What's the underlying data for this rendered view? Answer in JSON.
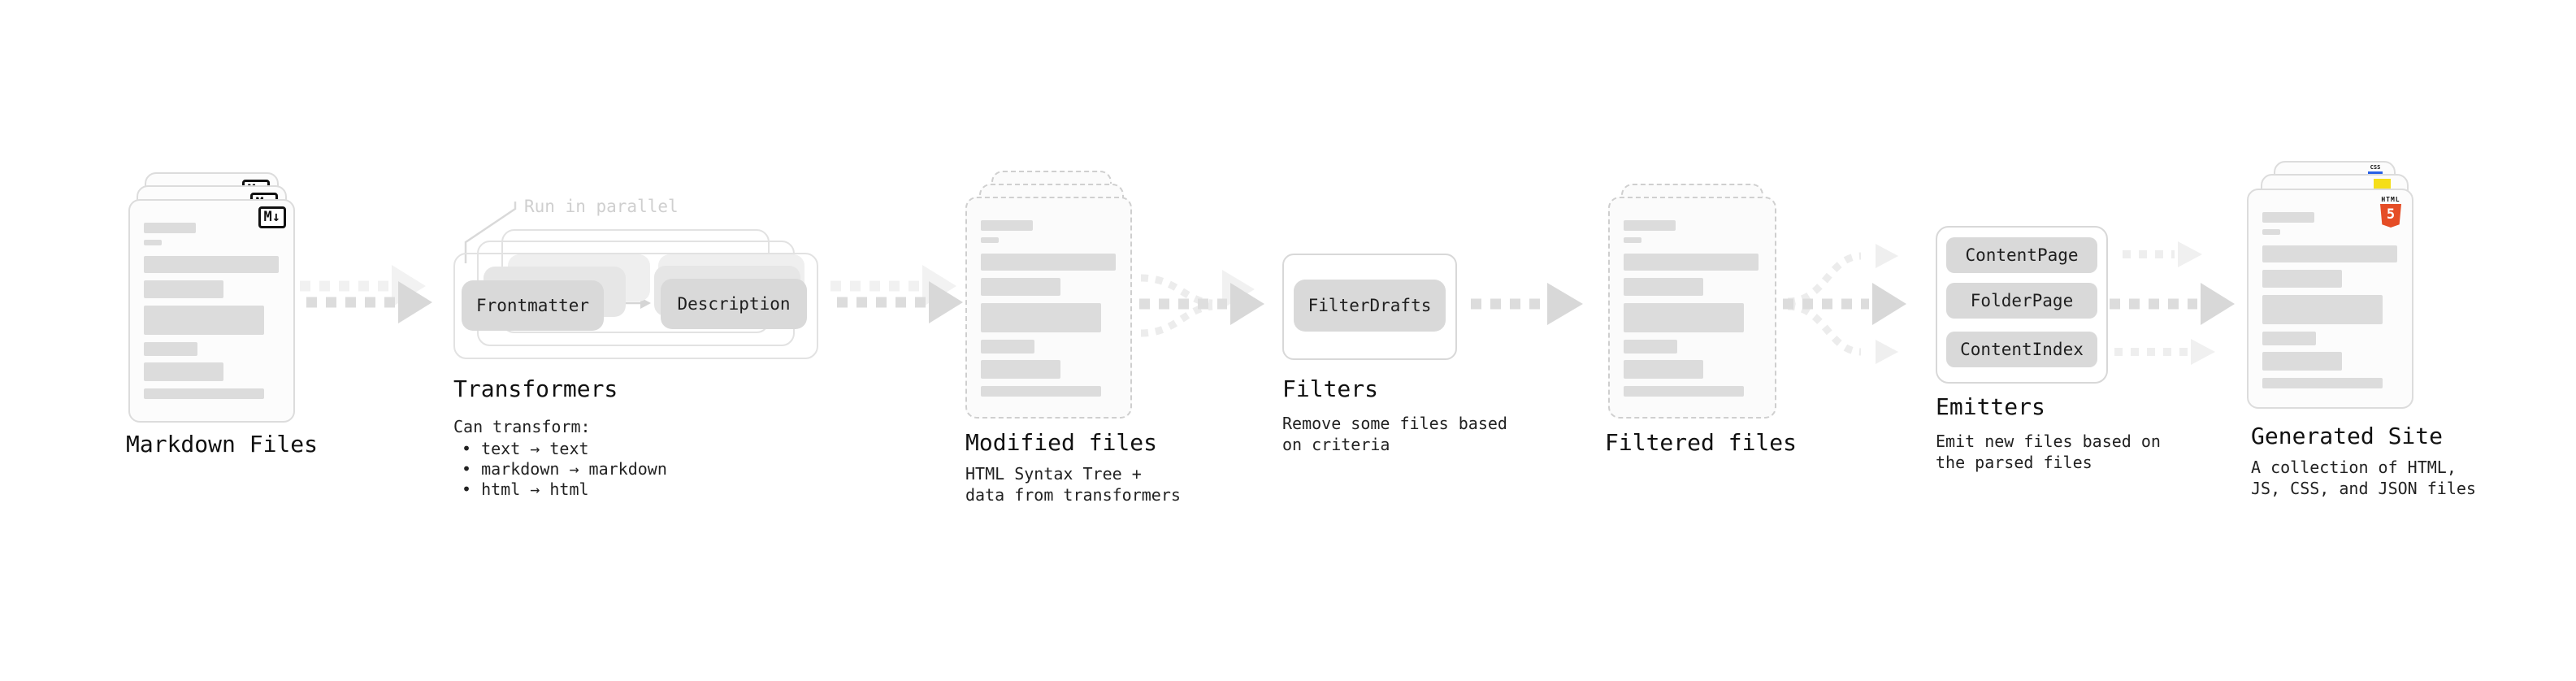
{
  "diagram": {
    "markdown_files": {
      "label": "Markdown Files",
      "file_icon": "M↓"
    },
    "transformers": {
      "label": "Transformers",
      "parallel_note": "Run in parallel",
      "input_pill": "Frontmatter",
      "output_pill": "Description",
      "desc_title": "Can transform:",
      "bullets": [
        "• text → text",
        "• markdown → markdown",
        "• html → html"
      ]
    },
    "modified_files": {
      "label": "Modified files",
      "desc": "HTML Syntax Tree +\ndata from transformers"
    },
    "filters": {
      "label": "Filters",
      "pill": "FilterDrafts",
      "desc": "Remove some files based\non criteria"
    },
    "filtered_files": {
      "label": "Filtered files"
    },
    "emitters": {
      "label": "Emitters",
      "pills": [
        "ContentPage",
        "FolderPage",
        "ContentIndex"
      ],
      "desc": "Emit new files based on\nthe parsed files"
    },
    "generated_site": {
      "label": "Generated Site",
      "desc": "A collection of HTML,\nJS, CSS, and JSON files",
      "html5_badge_word": "HTML",
      "html5_badge_num": "5",
      "css_badge_word": "CSS"
    }
  },
  "colors": {
    "html5_orange": "#e54d26",
    "js_yellow": "#f5de19",
    "css_blue": "#2760e6",
    "arrow_dark": "#dcdcdc",
    "arrow_light": "#efefef",
    "pill_gray": "#d9d9d9"
  }
}
